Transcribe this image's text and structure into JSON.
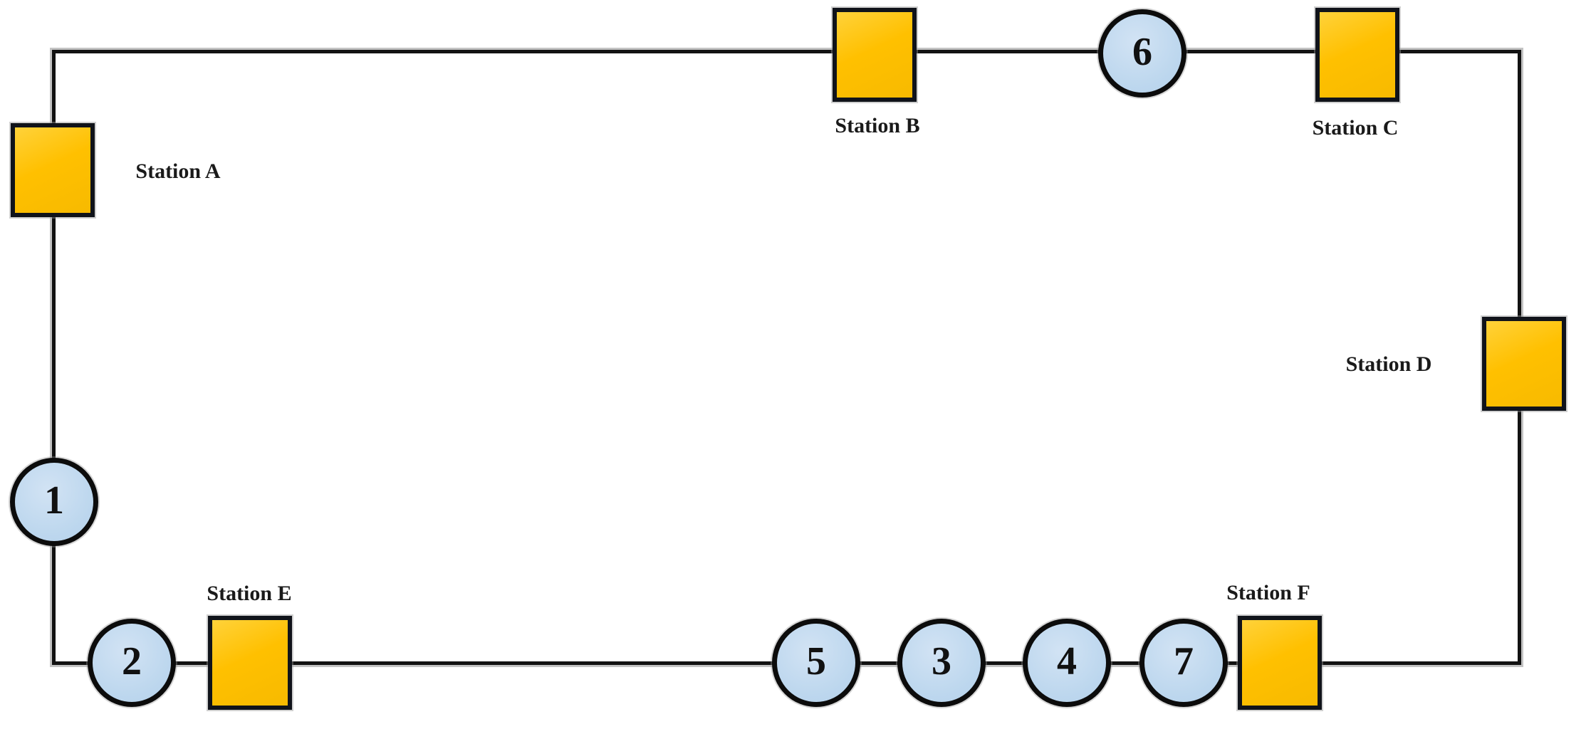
{
  "diagram": {
    "kind": "ring-network-loop",
    "colors": {
      "station_fill": "#FFC000",
      "station_border": "#10131A",
      "node_fill": "#BDD7EE",
      "node_border": "#0C0C0C",
      "track_line": "#121212",
      "track_shadow": "#919191",
      "label_text": "#1A1A1A",
      "background": "#FFFFFF"
    }
  },
  "stations": [
    {
      "id": "A",
      "label": "Station A",
      "label_position": "right-of-square"
    },
    {
      "id": "B",
      "label": "Station B",
      "label_position": "below-square"
    },
    {
      "id": "C",
      "label": "Station C",
      "label_position": "below-square"
    },
    {
      "id": "D",
      "label": "Station D",
      "label_position": "left-of-square"
    },
    {
      "id": "E",
      "label": "Station E",
      "label_position": "above-square"
    },
    {
      "id": "F",
      "label": "Station F",
      "label_position": "above-square"
    }
  ],
  "nodes": [
    {
      "number": "1",
      "position": "left-side-of-loop"
    },
    {
      "number": "2",
      "position": "bottom-left-before-station-E"
    },
    {
      "number": "5",
      "position": "bottom-middle-first"
    },
    {
      "number": "3",
      "position": "bottom-middle-second"
    },
    {
      "number": "4",
      "position": "bottom-middle-third"
    },
    {
      "number": "7",
      "position": "bottom-before-station-F"
    },
    {
      "number": "6",
      "position": "top-between-station-B-and-C"
    }
  ]
}
